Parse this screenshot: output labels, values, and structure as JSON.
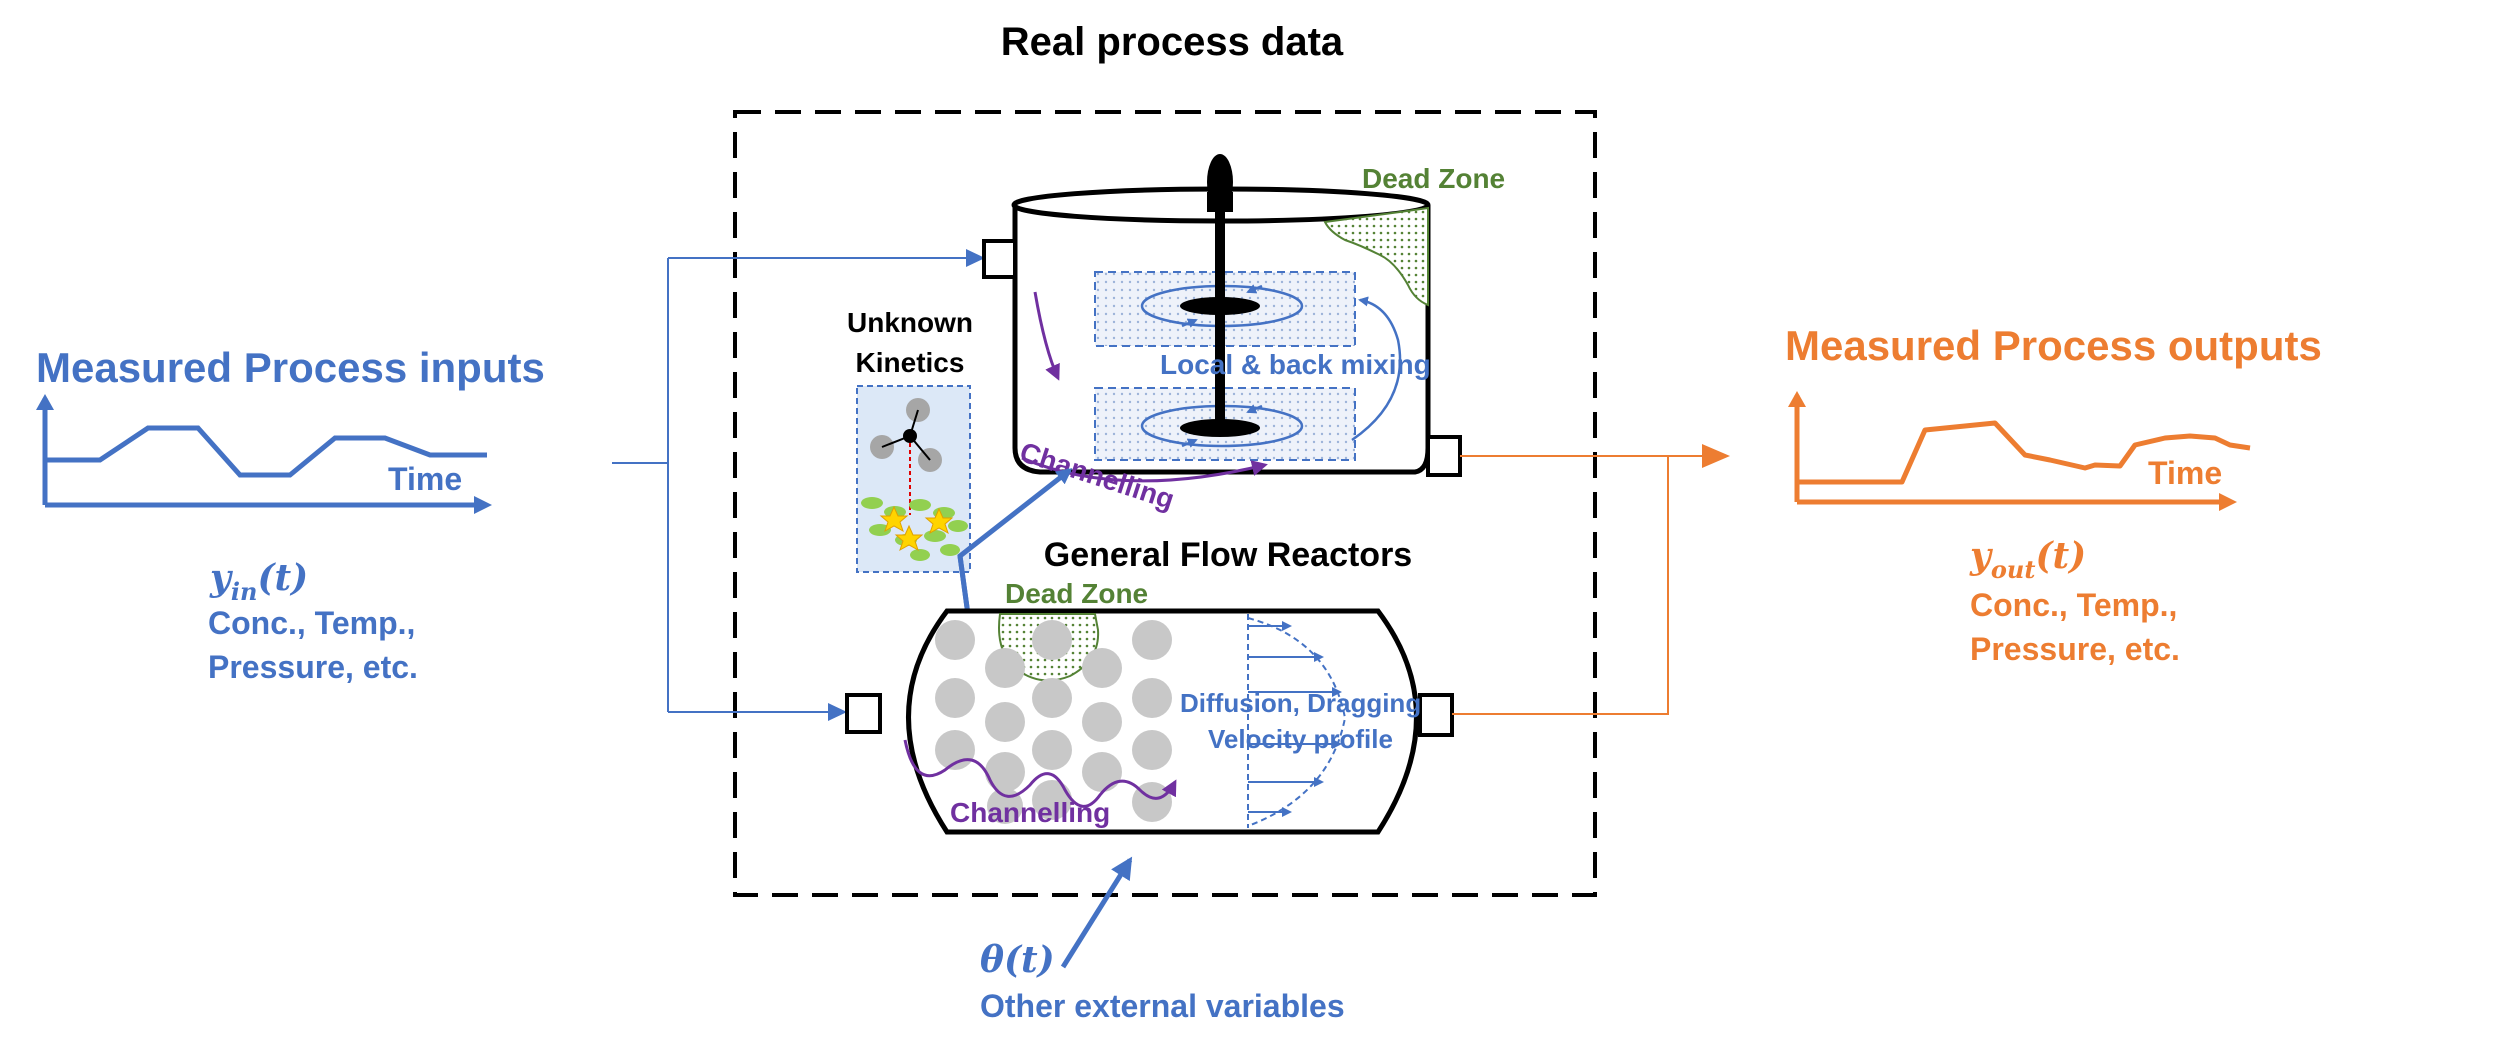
{
  "title": "Real process data",
  "inputs": {
    "label": "Measured Process inputs",
    "axis_label": "Time",
    "symbol_main": "y",
    "symbol_sub": "in",
    "symbol_arg": "(t)",
    "vars_line1": "Conc., Temp.,",
    "vars_line2": "Pressure, etc.",
    "color": "#4472C4"
  },
  "outputs": {
    "label": "Measured Process outputs",
    "axis_label": "Time",
    "symbol_main": "y",
    "symbol_sub": "out",
    "symbol_arg": "(t)",
    "vars_line1": "Conc., Temp.,",
    "vars_line2": "Pressure, etc.",
    "color": "#ED7D31"
  },
  "reactor": {
    "dead_zone_top": "Dead Zone",
    "dead_zone_bottom": "Dead Zone",
    "unknown_kinetics_line1": "Unknown",
    "unknown_kinetics_line2": "Kinetics",
    "local_back_mixing": "Local & back mixing",
    "channelling_top": "Channelling",
    "channelling_bottom": "Channelling",
    "general_flow_reactors": "General Flow Reactors",
    "diffusion_dragging": "Diffusion, Dragging",
    "velocity_profile": "Velocity profile",
    "dead_zone_color": "#548235",
    "channelling_color": "#7030A0"
  },
  "external": {
    "symbol": "θ(t)",
    "label": "Other external variables"
  }
}
